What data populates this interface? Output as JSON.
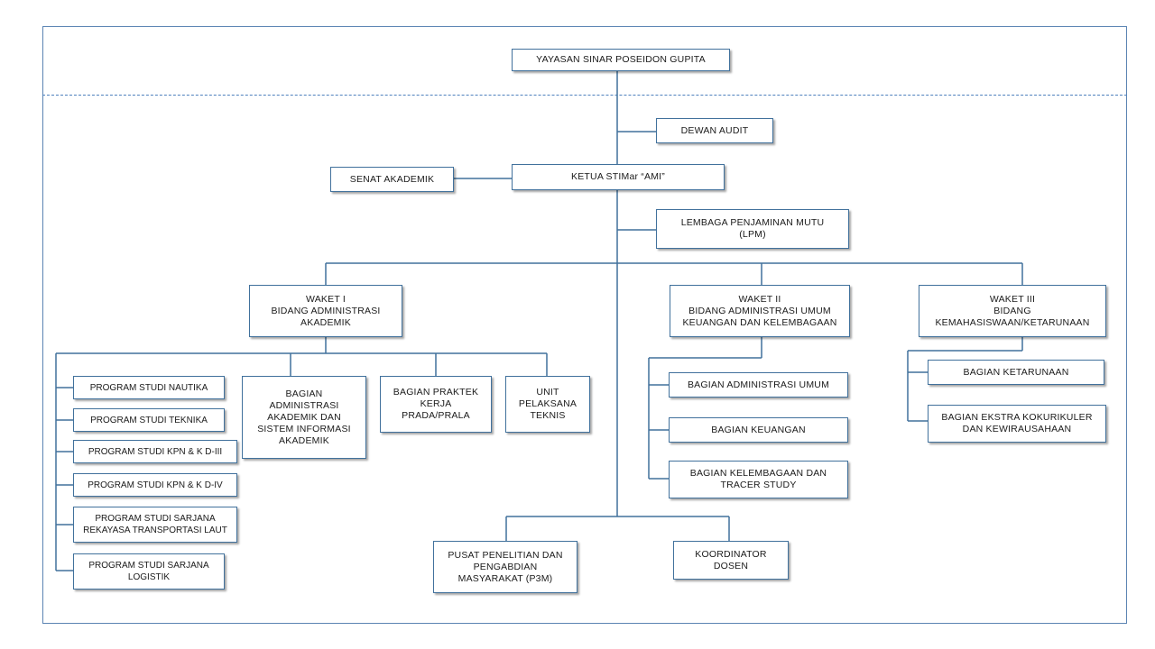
{
  "chart": {
    "yayasan": "YAYASAN  SINAR POSEIDON GUPITA",
    "dewan_audit": "DEWAN  AUDIT",
    "senat": "SENAT  AKADEMIK",
    "ketua": "KETUA STIMar “AMI”",
    "lpm": "LEMBAGA  PENJAMINAN  MUTU\n(LPM)",
    "waket1": "WAKET I\nBIDANG ADMINISTRASI\nAKADEMIK",
    "waket2": "WAKET II\nBIDANG ADMINISTRASI UMUM\nKEUANGAN  DAN KELEMBAGAAN",
    "waket3": "WAKET III\nBIDANG\nKEMAHASISWAAN/KETARUNAAN",
    "prodi_nautika": "PROGRAM STUDI NAUTIKA",
    "prodi_teknika": "PROGRAM STUDI TEKNIKA",
    "prodi_kpn3": "PROGRAM STUDI KPN & K D-III",
    "prodi_kpn4": "PROGRAM STUDI KPN & K D-IV",
    "prodi_rtl": "PROGRAM STUDI  SARJANA\nREKAYASA TRANSPORTASI LAUT",
    "prodi_logistik": "PROGRAM STUDI  SARJANA\nLOGISTIK",
    "bag_adm_akademik": "BAGIAN\nADMINISTRASI\nAKADEMIK DAN\nSISTEM INFORMASI\nAKADEMIK",
    "bag_praktek": "BAGIAN  PRAKTEK\nKERJA\nPRADA/PRALA",
    "upt": "UNIT\nPELAKSANA\nTEKNIS",
    "bag_adm_umum": "BAGIAN  ADMINISTRASI  UMUM",
    "bag_keuangan": "BAGIAN  KEUANGAN",
    "bag_kelembagaan": "BAGIAN  KELEMBAGAAN  DAN\nTRACER STUDY",
    "bag_ketarunaan": "BAGIAN  KETARUNAAN",
    "bag_ekstra": "BAGIAN  EKSTRA  KOKURIKULER\nDAN  KEWIRAUSAHAAN",
    "p3m": "PUSAT  PENELITIAN  DAN\nPENGABDIAN\nMASYARAKAT  (P3M)",
    "koordinator": "KOORDINATOR\nDOSEN"
  },
  "colors": {
    "line": "#41719c",
    "border": "#41719c",
    "frame": "#5b84b3",
    "dash": "#4f81bd"
  }
}
